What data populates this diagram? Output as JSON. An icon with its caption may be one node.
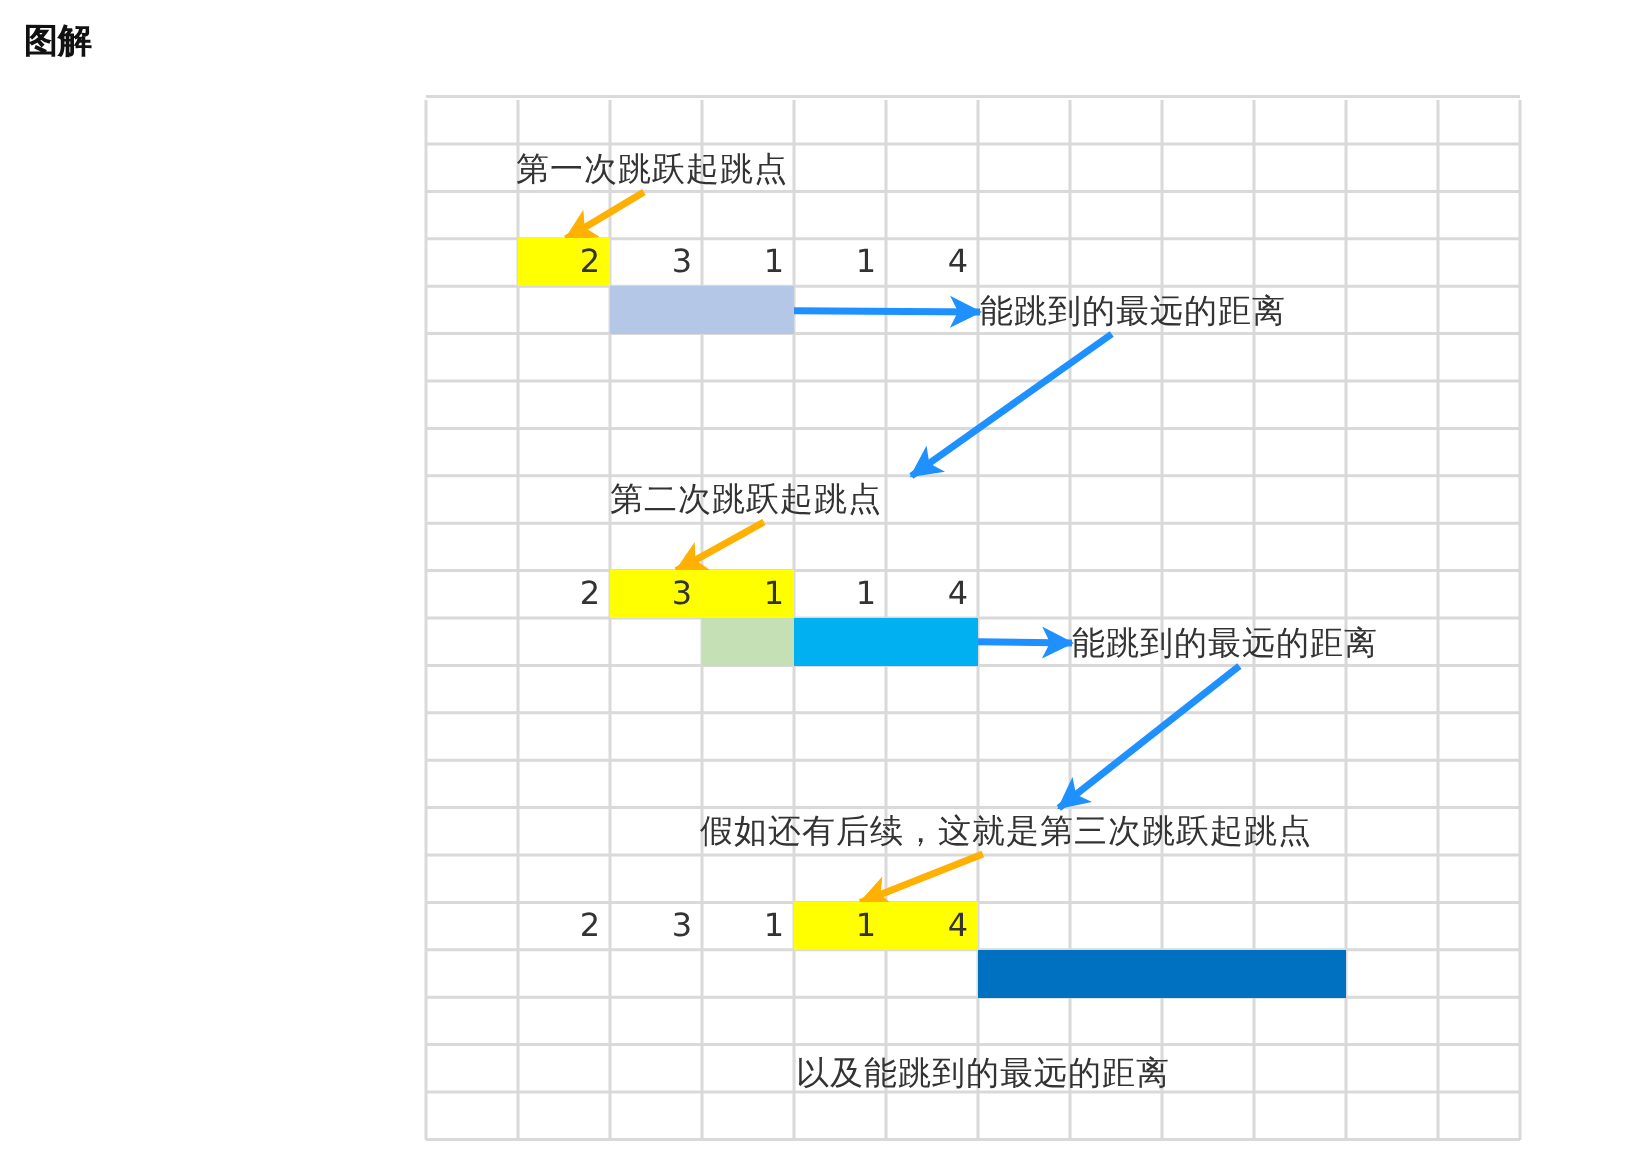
{
  "diagram": {
    "title": "图解",
    "nodes": [
      {
        "text": [
          "第一次跳跃起跳点"
        ]
      },
      {
        "text": [
          "2"
        ]
      },
      {
        "text": [],
        "shape": "bar"
      },
      {
        "text": [
          "能跳到的最远的距离"
        ]
      },
      {
        "text": [
          "第二次跳跃起跳点"
        ]
      },
      {
        "text": [
          "3"
        ]
      },
      {
        "text": [
          "1"
        ]
      },
      {
        "text": [],
        "shape": "bar"
      },
      {
        "text": [],
        "shape": "bar"
      },
      {
        "text": [
          "能跳到的最远的距离"
        ]
      },
      {
        "text": [
          "假如还有后续，这就是第三次跳跃起跳点"
        ]
      },
      {
        "text": [
          "1"
        ]
      },
      {
        "text": [
          "4"
        ]
      },
      {
        "text": [],
        "shape": "bar"
      }
    ],
    "edges": [
      {
        "from": 0,
        "to": 1,
        "arrow": "to",
        "color": "#ffb000"
      },
      {
        "from": 2,
        "to": 3,
        "arrow": "to"
      },
      {
        "from": 3,
        "to": 4,
        "arrow": "to"
      },
      {
        "from": 4,
        "to": 5,
        "arrow": "to",
        "color": "#ffb000"
      },
      {
        "from": 8,
        "to": 9,
        "arrow": "to"
      },
      {
        "from": 9,
        "to": 10,
        "arrow": "to"
      },
      {
        "from": 10,
        "to": 11,
        "arrow": "to",
        "color": "#ffb000"
      }
    ],
    "labels": [
      "3",
      "1",
      "1",
      "4",
      "2",
      "1",
      "4",
      "2",
      "3",
      "1",
      "以及能跳到的最远的距离"
    ]
  }
}
